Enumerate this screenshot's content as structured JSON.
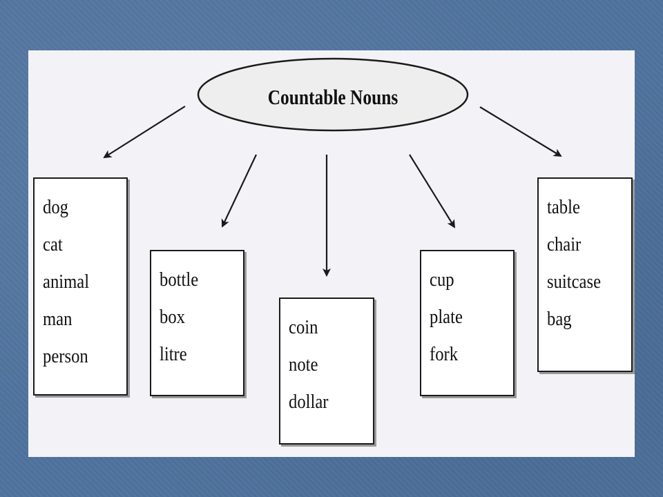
{
  "diagram": {
    "root": {
      "label": "Countable Nouns"
    },
    "groups": [
      {
        "id": "animals",
        "items": [
          "dog",
          "cat",
          "animal",
          "man",
          "person"
        ]
      },
      {
        "id": "containers",
        "items": [
          "bottle",
          "box",
          "litre"
        ]
      },
      {
        "id": "money",
        "items": [
          "coin",
          "note",
          "dollar"
        ]
      },
      {
        "id": "tableware",
        "items": [
          "cup",
          "plate",
          "fork"
        ]
      },
      {
        "id": "furniture",
        "items": [
          "table",
          "chair",
          "suitcase",
          "bag"
        ]
      }
    ]
  },
  "colors": {
    "background": "#4f739e",
    "panel": "#f3f2f7",
    "ellipse_fill": "#eeeeee",
    "stroke": "#1a1a1a"
  }
}
